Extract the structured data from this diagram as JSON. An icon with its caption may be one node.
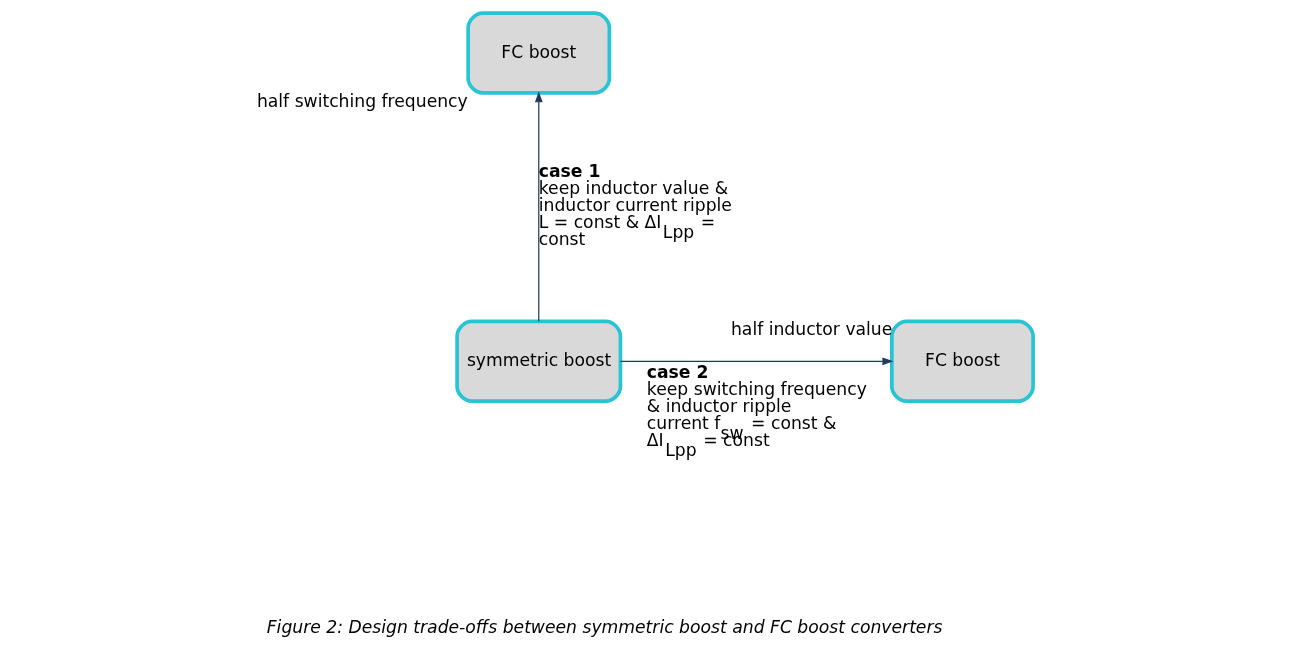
{
  "diagram": {
    "caption": "Figure 2: Design trade-offs between symmetric boost and FC boost converters",
    "nodes": [
      {
        "text": [
          "FC boost"
        ],
        "beside": [
          "half switching frequency"
        ]
      },
      {
        "text": [
          "symmetric boost"
        ]
      },
      {
        "text": [
          "FC boost"
        ],
        "beside": [
          "half inductor value"
        ]
      }
    ],
    "edges": [
      {
        "from": 1,
        "to": 0,
        "arrow": "to",
        "label": "**case 1** keep inductor value & inductor current ripple L = const & ΔI$_{Lpp}$ = const"
      },
      {
        "from": 1,
        "to": 2,
        "arrow": "to",
        "label": "**case 2** keep switching frequency & inductor ripple current f$_{sw}$ = const & ΔI$_{Lpp}$ = const"
      }
    ]
  }
}
